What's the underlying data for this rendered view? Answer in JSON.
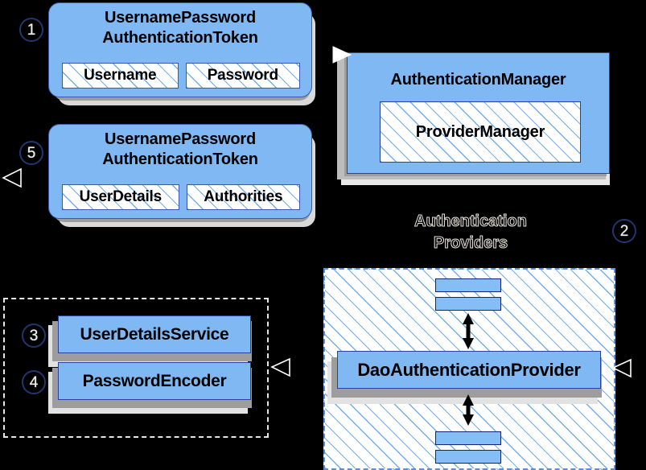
{
  "diagram": {
    "title": "Spring Security Authentication Flow",
    "colors": {
      "card_blue": "#7fb8f2",
      "card_border": "#2a3fa0",
      "token_border": "#3a56b0",
      "hatch_line": "#6dabe9",
      "shadow_gray": "#9d9d9d",
      "shadow_light": "#e2e2e2",
      "background": "#000000",
      "marker_text": "#f3efe6"
    }
  },
  "markers": [
    {
      "id": "m1",
      "label": "1"
    },
    {
      "id": "m2",
      "label": "2"
    },
    {
      "id": "m3",
      "label": "3"
    },
    {
      "id": "m4",
      "label": "4"
    },
    {
      "id": "m5",
      "label": "5"
    }
  ],
  "token_request": {
    "title": "UsernamePassword\nAuthenticationToken",
    "attributes": [
      {
        "label": "Username"
      },
      {
        "label": "Password"
      }
    ]
  },
  "token_result": {
    "title": "UsernamePassword\nAuthenticationToken",
    "attributes": [
      {
        "label": "UserDetails"
      },
      {
        "label": "Authorities"
      }
    ]
  },
  "authentication_manager": {
    "title": "AuthenticationManager",
    "inner": {
      "label": "ProviderManager"
    }
  },
  "providers_label": {
    "text": "Authentication\nProviders"
  },
  "dependencies": {
    "items": [
      {
        "label": "UserDetailsService"
      },
      {
        "label": "PasswordEncoder"
      }
    ]
  },
  "provider_panel": {
    "main": {
      "label": "DaoAuthenticationProvider"
    },
    "top_slots": [
      {
        "label": ""
      },
      {
        "label": ""
      }
    ],
    "bottom_slots": [
      {
        "label": ""
      },
      {
        "label": ""
      }
    ]
  },
  "connectors": [
    {
      "name": "manager-in-arrow",
      "type": "filled-triangle",
      "direction": "right"
    },
    {
      "name": "token-result-out-arrow",
      "type": "open-triangle",
      "direction": "left"
    },
    {
      "name": "dependency-out-arrow",
      "type": "open-triangle",
      "direction": "left"
    },
    {
      "name": "provider-out-arrow",
      "type": "open-triangle",
      "direction": "left"
    },
    {
      "name": "slot-top-double-arrow",
      "type": "double-arrow",
      "direction": "vertical"
    },
    {
      "name": "slot-bottom-double-arrow",
      "type": "double-arrow",
      "direction": "vertical"
    }
  ]
}
